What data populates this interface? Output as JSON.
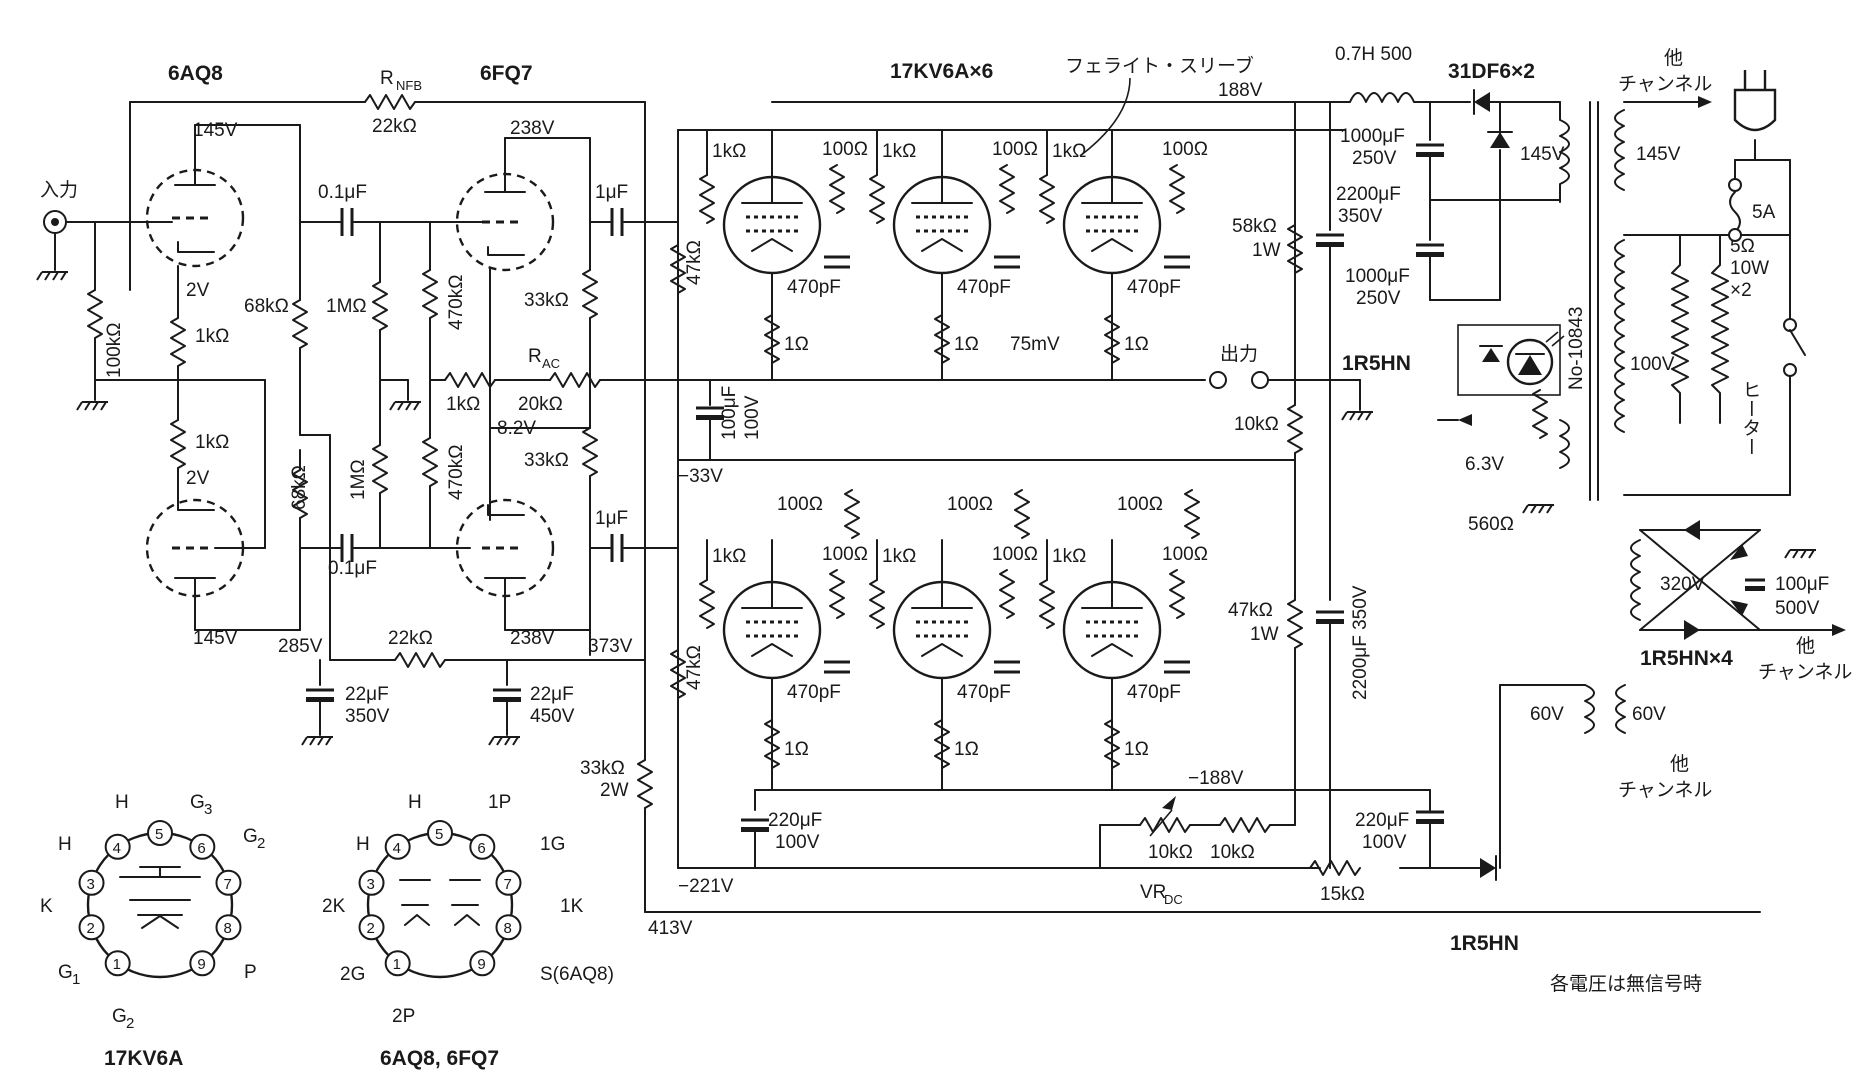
{
  "tubes": {
    "v1": "6AQ8",
    "v2": "6FQ7",
    "out": "17KV6A×6",
    "sleeve": "フェライト・スリーブ"
  },
  "nfb": {
    "r": "R",
    "sub": "NFB",
    "val": "22kΩ"
  },
  "ac": {
    "r": "R",
    "sub": "AC",
    "val": "20kΩ"
  },
  "input": "入力",
  "output": "出力",
  "volts": {
    "v145a": "145V",
    "v2a": "2V",
    "v2b": "2V",
    "v145b": "145V",
    "v238a": "238V",
    "v238b": "238V",
    "v82": "8.2V",
    "v285": "285V",
    "v373": "373V",
    "v188": "188V",
    "vm33": "−33V",
    "vm221": "−221V",
    "v413": "413V",
    "vm188": "−188V",
    "v75mv": "75mV",
    "v145c": "145V",
    "v100": "100V",
    "v63": "6.3V",
    "v320": "320V",
    "v60a": "60V",
    "v60b": "60V",
    "v145d": "145V"
  },
  "res": {
    "r100k": "100kΩ",
    "r1ka": "1kΩ",
    "r1kb": "1kΩ",
    "r68ka": "68kΩ",
    "r68kb": "68kΩ",
    "r1ma": "1MΩ",
    "r1mb": "1MΩ",
    "r470ka": "470kΩ",
    "r470kb": "470kΩ",
    "r1kc": "1kΩ",
    "r33ka": "33kΩ",
    "r33kb": "33kΩ",
    "r47k": "47kΩ",
    "rg1k": "1kΩ",
    "rs100": "100Ω",
    "rk1": "1Ω",
    "rp100": "100Ω",
    "r22k": "22kΩ",
    "r33k2w": "33kΩ",
    "w2": "2W",
    "r58k": "58kΩ",
    "w1a": "1W",
    "r10k": "10kΩ",
    "r47k1w": "47kΩ",
    "w1b": "1W",
    "r10kb": "10kΩ",
    "vr10k": "10kΩ",
    "vrdc": "VR",
    "vrdcsub": "DC",
    "r15k": "15kΩ",
    "r560": "560Ω",
    "r5": "5Ω",
    "r10w": "10W",
    "r10wx": "×2"
  },
  "caps": {
    "c01a": "0.1μF",
    "c01b": "0.1μF",
    "c1ua": "1μF",
    "c1ub": "1μF",
    "c470": "470pF",
    "c22a": "22μF",
    "c22av": "350V",
    "c22b": "22μF",
    "c22bv": "450V",
    "c100": "100μF",
    "c100v": "100V",
    "c220a": "220μF",
    "c220av": "100V",
    "c220b": "220μF",
    "c220bv": "100V",
    "c1000a": "1000μF",
    "c1000av": "250V",
    "c2200": "2200μF",
    "c2200v": "350V",
    "c1000b": "1000μF",
    "c1000bv": "250V",
    "c2200b": "2200μF 350V",
    "c100b": "100μF",
    "c100bv": "500V"
  },
  "power": {
    "choke": "0.7H 500",
    "diode": "31DF6×2",
    "d1r5": "1R5HN",
    "d1r5x4": "1R5HN×4",
    "d1r5b": "1R5HN",
    "trans": "No-10843",
    "fuse": "5A",
    "heater": "ヒーター",
    "other1": "他",
    "ch1": "チャンネル",
    "other2": "他",
    "ch2": "チャンネル",
    "other3": "他",
    "ch3": "チャンネル",
    "note": "各電圧は無信号時"
  },
  "pinouts": {
    "kv6a": {
      "title": "17KV6A",
      "p5": "H",
      "p6": "G",
      "p6s": "3",
      "p7": "G",
      "p7s": "2",
      "p4": "H",
      "p3": "K",
      "p2": "G",
      "p2s": "1",
      "p1": "G",
      "p1s": "2",
      "p9": "P"
    },
    "aq8": {
      "title": "6AQ8, 6FQ7",
      "p5": "H",
      "p6": "1P",
      "p7": "1G",
      "p4": "H",
      "p3": "2K",
      "p8": "1K",
      "p2": "2G",
      "p1": "2P",
      "p9": "S(6AQ8)"
    }
  },
  "tubeLabel": {
    "t1": "6AQ8",
    "t2": "6FQ7"
  }
}
